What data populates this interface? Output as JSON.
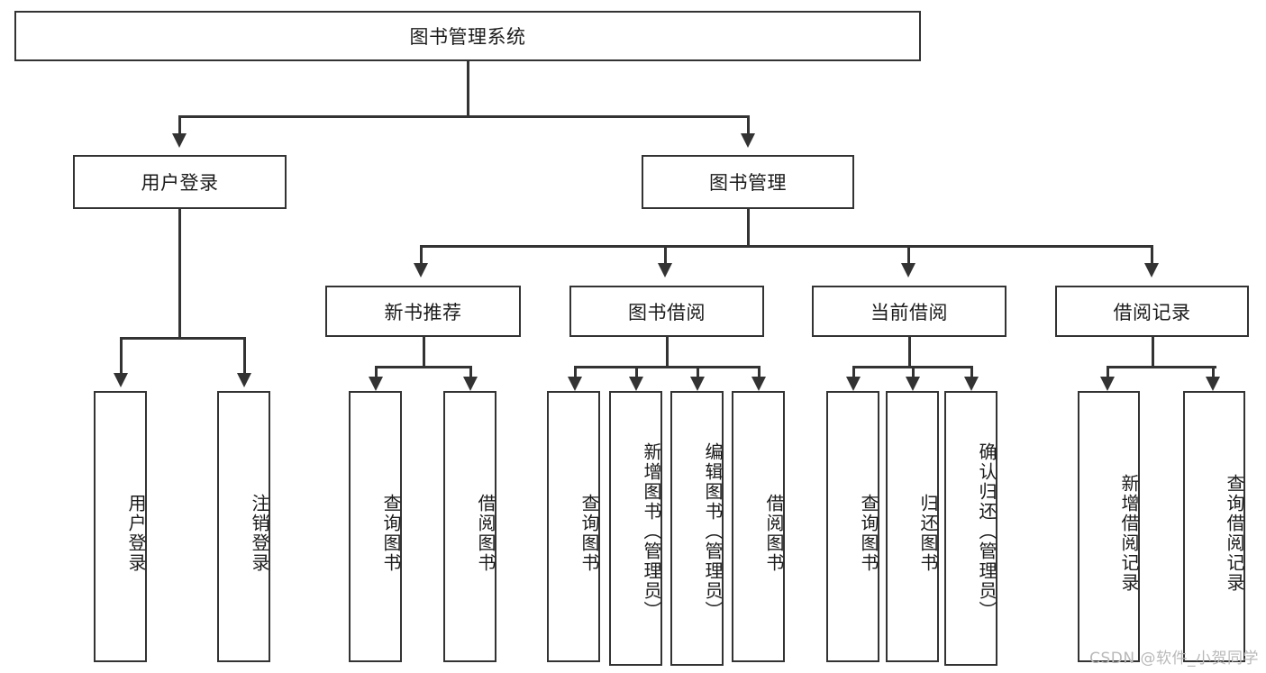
{
  "diagram": {
    "title": "图书管理系统",
    "type": "hierarchy-tree",
    "levels": [
      {
        "level": 1,
        "nodes": [
          {
            "id": "root",
            "label": "图书管理系统",
            "orientation": "horizontal"
          }
        ]
      },
      {
        "level": 2,
        "nodes": [
          {
            "id": "user-login",
            "label": "用户登录",
            "orientation": "horizontal"
          },
          {
            "id": "book-manage",
            "label": "图书管理",
            "orientation": "horizontal"
          }
        ]
      },
      {
        "level": 3,
        "nodes": [
          {
            "id": "new-book-rec",
            "label": "新书推荐",
            "orientation": "horizontal"
          },
          {
            "id": "book-borrow",
            "label": "图书借阅",
            "orientation": "horizontal"
          },
          {
            "id": "current-borrow",
            "label": "当前借阅",
            "orientation": "horizontal"
          },
          {
            "id": "borrow-record",
            "label": "借阅记录",
            "orientation": "horizontal"
          }
        ]
      },
      {
        "level": 4,
        "nodes": [
          {
            "id": "leaf-user-login",
            "label": "用户登录",
            "orientation": "vertical",
            "parent": "user-login"
          },
          {
            "id": "leaf-logout",
            "label": "注销登录",
            "orientation": "vertical",
            "parent": "user-login"
          },
          {
            "id": "leaf-query-book-1",
            "label": "查询图书",
            "orientation": "vertical",
            "parent": "new-book-rec"
          },
          {
            "id": "leaf-borrow-book-1",
            "label": "借阅图书",
            "orientation": "vertical",
            "parent": "new-book-rec"
          },
          {
            "id": "leaf-query-book-2",
            "label": "查询图书",
            "orientation": "vertical",
            "parent": "book-borrow"
          },
          {
            "id": "leaf-add-book",
            "label": "新增图书（管理员）",
            "orientation": "vertical",
            "parent": "book-borrow"
          },
          {
            "id": "leaf-edit-book",
            "label": "编辑图书（管理员）",
            "orientation": "vertical",
            "parent": "book-borrow"
          },
          {
            "id": "leaf-borrow-book-2",
            "label": "借阅图书",
            "orientation": "vertical",
            "parent": "book-borrow"
          },
          {
            "id": "leaf-query-book-3",
            "label": "查询图书",
            "orientation": "vertical",
            "parent": "current-borrow"
          },
          {
            "id": "leaf-return-book",
            "label": "归还图书",
            "orientation": "vertical",
            "parent": "current-borrow"
          },
          {
            "id": "leaf-confirm-return",
            "label": "确认归还（管理员）",
            "orientation": "vertical",
            "parent": "current-borrow"
          },
          {
            "id": "leaf-add-record",
            "label": "新增借阅记录",
            "orientation": "vertical",
            "parent": "borrow-record"
          },
          {
            "id": "leaf-query-record",
            "label": "查询借阅记录",
            "orientation": "vertical",
            "parent": "borrow-record"
          }
        ]
      }
    ],
    "colors": {
      "stroke": "#333333",
      "fill": "#ffffff",
      "text": "#1b1b1b",
      "watermark": "#b9b9b9"
    }
  },
  "watermark": {
    "text": "CSDN @软件_小贺同学"
  }
}
